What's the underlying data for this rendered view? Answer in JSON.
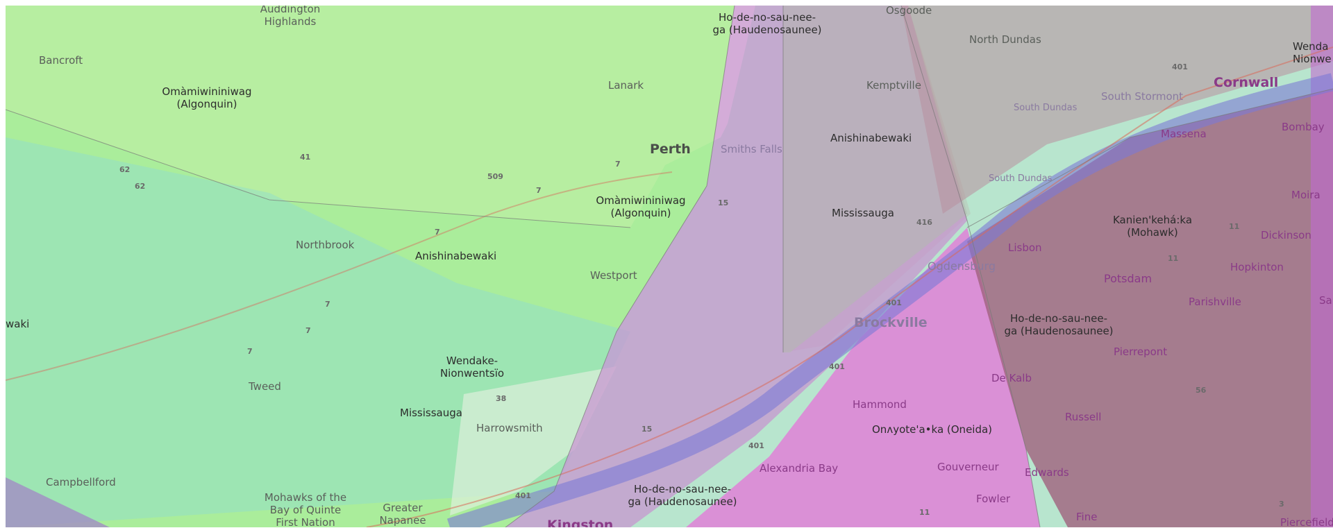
{
  "territories": [
    {
      "name": "Omàmiwininiwag\n(Algonquin)",
      "color": "#a6ef8a"
    },
    {
      "name": "Anishinabewaki",
      "color": "#8fe0b8"
    },
    {
      "name": "Mississauga",
      "color": "#9adfcc"
    },
    {
      "name": "Wendake-\nNionwentsïo",
      "color": "#c4ecd0"
    },
    {
      "name": "Ho-de-no-sau-nee-\nga (Haudenosaunee)",
      "color": "#c98ad0"
    },
    {
      "name": "Onʌyote'a•ka (Oneida)",
      "color": "#e27ad8"
    },
    {
      "name": "Kanien'kehá:ka\n(Mohawk)",
      "color": "#a0627e"
    }
  ],
  "labels": {
    "auddington_highlands": "Auddington\nHighlands",
    "bancroft": "Bancroft",
    "algonquin_nw": "Omàmiwininiwag\n(Algonquin)",
    "lanark": "Lanark",
    "perth": "Perth",
    "smiths_falls": "Smiths Falls",
    "algonquin_center": "Omàmiwininiwag\n(Algonquin)",
    "northbrook": "Northbrook",
    "anishinabewaki_center": "Anishinabewaki",
    "westport": "Westport",
    "waki": "waki",
    "tweed": "Tweed",
    "wendake": "Wendake-\nNionwentsïo",
    "mississauga_sw": "Mississauga",
    "harrowsmith": "Harrowsmith",
    "campbellford": "Campbellford",
    "mohawks_bay": "Mohawks of the\nBay of Quinte\nFirst Nation",
    "greater_napanee": "Greater\nNapanee",
    "kingston": "Kingston",
    "haudenosaunee_top": "Ho-de-no-sau-nee-\nga (Haudenosaunee)",
    "osgoode": "Osgoode",
    "north_dundas": "North Dundas",
    "kemptville": "Kemptville",
    "anishinabewaki_east": "Anishinabewaki",
    "mississauga_east": "Mississauga",
    "south_dundas_1": "South Dundas",
    "south_dundas_2": "South Dundas",
    "south_stormont": "South Stormont",
    "cornwall": "Cornwall",
    "wend_nion": "Wenda\nNionwe",
    "massena": "Massena",
    "bombay": "Bombay",
    "moira": "Moira",
    "mohawk": "Kanien'kehá:ka\n(Mohawk)",
    "dickinson": "Dickinson",
    "lisbon": "Lisbon",
    "ogdensburg": "Ogdensburg",
    "potsdam": "Potsdam",
    "hopkinton": "Hopkinton",
    "parishville": "Parishville",
    "san": "San",
    "brockville": "Brockville",
    "haudenosaunee_east": "Ho-de-no-sau-nee-\nga (Haudenosaunee)",
    "pierrepont": "Pierrepont",
    "de_kalb": "De Kalb",
    "hammond": "Hammond",
    "oneida": "Onʌyote'a•ka (Oneida)",
    "russell": "Russell",
    "alexandria_bay": "Alexandria Bay",
    "gouverneur": "Gouverneur",
    "edwards": "Edwards",
    "haudenosaunee_south": "Ho-de-no-sau-nee-\nga (Haudenosaunee)",
    "fowler": "Fowler",
    "fine": "Fine",
    "piercefield": "Piercefield"
  },
  "road_labels": {
    "r41": "41",
    "r62a": "62",
    "r62b": "62",
    "r509": "509",
    "r7a": "7",
    "r7b": "7",
    "r7c": "7",
    "r7d": "7",
    "r7e": "7",
    "r7f": "7",
    "r15a": "15",
    "r15b": "15",
    "r38": "38",
    "r401a": "401",
    "r401b": "401",
    "r401c": "401",
    "r401d": "401",
    "r401e": "401",
    "r416": "416",
    "r11a": "11",
    "r11b": "11",
    "r11c": "11",
    "r56": "56",
    "r3": "3"
  }
}
